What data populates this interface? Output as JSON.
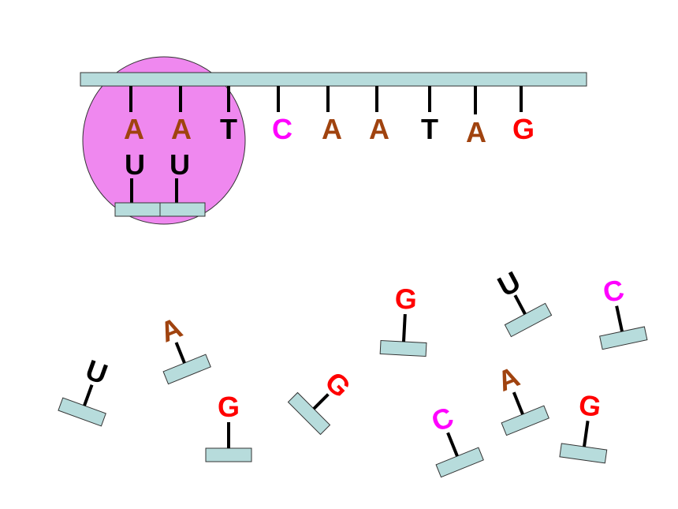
{
  "colors": {
    "A": "#a0430f",
    "T": "#000000",
    "U": "#000000",
    "C": "#ff00ff",
    "G": "#ff0000",
    "strand_fill": "#b7dcdc",
    "strand_stroke": "#333333",
    "ribosome_fill": "#ef88ef"
  },
  "template_strand": {
    "bases": [
      "A",
      "A",
      "T",
      "C",
      "A",
      "A",
      "T",
      "A",
      "G"
    ]
  },
  "bound_nucleotides": {
    "bases": [
      "U",
      "U"
    ]
  },
  "free_nucleotides": {
    "bases": [
      "U",
      "A",
      "G",
      "G",
      "G",
      "U",
      "C",
      "C",
      "A",
      "G"
    ]
  }
}
